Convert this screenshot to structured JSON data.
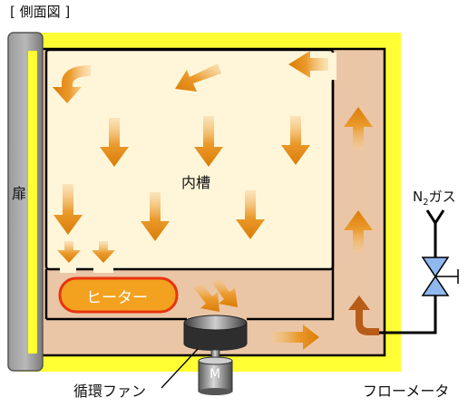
{
  "title": "[ 側面図 ]",
  "labels": {
    "door": "扉",
    "inner_chamber": "内槽",
    "heater": "ヒーター",
    "gas": "N",
    "gas_subscript": "2",
    "gas_suffix": "ガス",
    "fan": "循環ファン",
    "flowmeter": "フローメータ",
    "motor": "M"
  },
  "colors": {
    "frame_yellow": "#ffff33",
    "duct_tan": "#ebc6a6",
    "chamber_cream": "#fff6d9",
    "door_gray": "#8a8a8a",
    "heater_fill": "#f2a21f",
    "heater_border": "#e8340f",
    "arrow_orange": "#e08a12",
    "arrow_brown": "#b85c1a",
    "line_black": "#000000"
  },
  "icons": [
    "down-arrow-icon",
    "left-arrow-icon",
    "right-arrow-icon",
    "up-arrow-icon",
    "curved-arrow-icon",
    "needle-valve-icon",
    "fan-icon",
    "motor-icon"
  ]
}
